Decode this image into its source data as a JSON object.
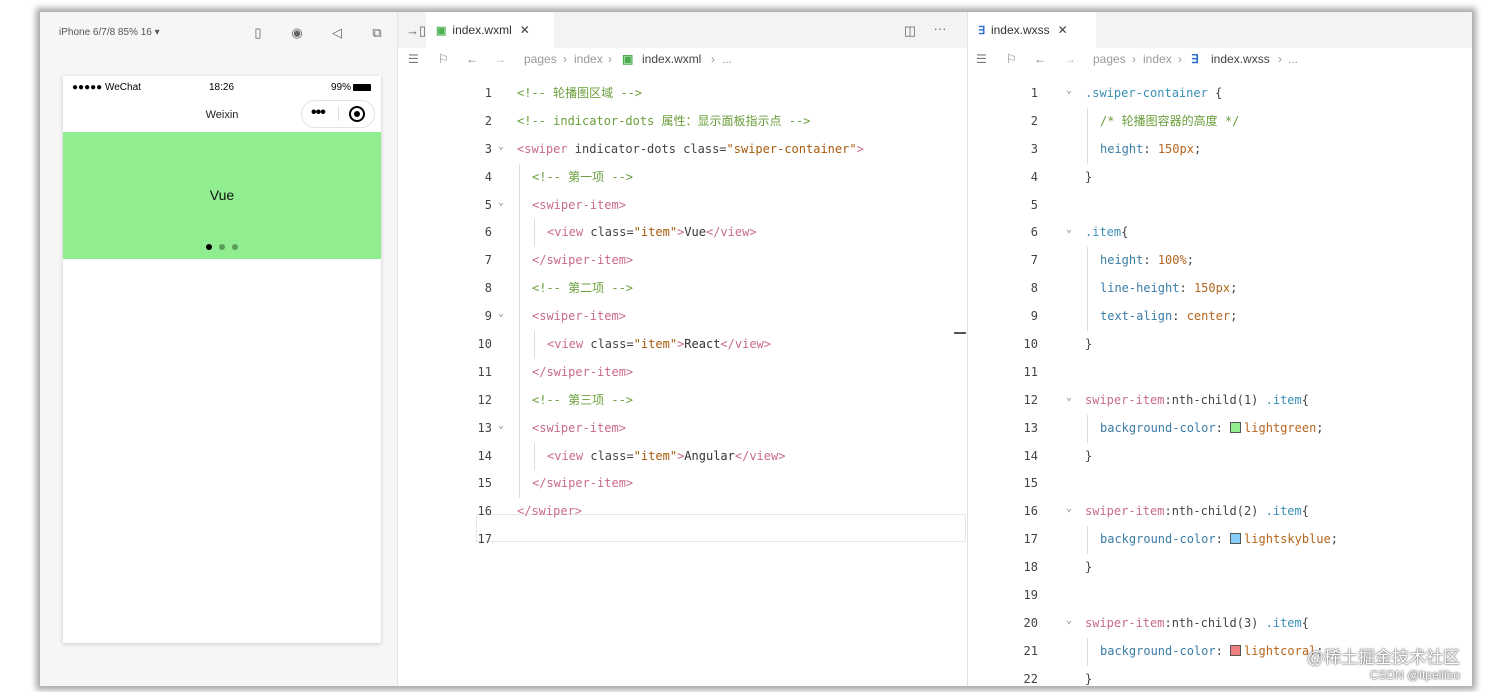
{
  "simulator": {
    "device_label": "iPhone 6/7/8 85% 16 ▾",
    "status": {
      "carrier": "●●●●● WeChat",
      "time": "18:26",
      "battery": "99%"
    },
    "nav_title": "Weixin",
    "capsule_dots": "•••",
    "swiper_text": "Vue",
    "swiper_bg": "#90ee90"
  },
  "wxml_editor": {
    "tab_label": "index.wxml",
    "tab_close": "✕",
    "breadcrumb": [
      "pages",
      "index",
      "index.wxml",
      "..."
    ],
    "lines": [
      {
        "n": "1",
        "indent": 0,
        "fold": false,
        "parts": [
          {
            "t": "<!-- 轮播图区域 -->",
            "c": "comment"
          }
        ]
      },
      {
        "n": "2",
        "indent": 0,
        "fold": false,
        "parts": [
          {
            "t": "<!-- indicator-dots 属性：显示面板指示点 -->",
            "c": "comment"
          }
        ]
      },
      {
        "n": "3",
        "indent": 0,
        "fold": true,
        "parts": [
          {
            "t": "<swiper",
            "c": "tag"
          },
          {
            "t": " indicator-dots class=",
            "c": "attr"
          },
          {
            "t": "\"swiper-container\"",
            "c": "str"
          },
          {
            "t": ">",
            "c": "tag"
          }
        ]
      },
      {
        "n": "4",
        "indent": 1,
        "fold": false,
        "parts": [
          {
            "t": "<!-- 第一项 -->",
            "c": "comment"
          }
        ]
      },
      {
        "n": "5",
        "indent": 1,
        "fold": true,
        "parts": [
          {
            "t": "<swiper-item>",
            "c": "tag"
          }
        ]
      },
      {
        "n": "6",
        "indent": 2,
        "fold": false,
        "parts": [
          {
            "t": "<view",
            "c": "tag"
          },
          {
            "t": " class=",
            "c": "attr"
          },
          {
            "t": "\"item\"",
            "c": "str"
          },
          {
            "t": ">",
            "c": "tag"
          },
          {
            "t": "Vue",
            "c": "text"
          },
          {
            "t": "</view>",
            "c": "tag"
          }
        ]
      },
      {
        "n": "7",
        "indent": 1,
        "fold": false,
        "parts": [
          {
            "t": "</swiper-item>",
            "c": "tag"
          }
        ]
      },
      {
        "n": "8",
        "indent": 1,
        "fold": false,
        "parts": [
          {
            "t": "<!-- 第二项 -->",
            "c": "comment"
          }
        ]
      },
      {
        "n": "9",
        "indent": 1,
        "fold": true,
        "parts": [
          {
            "t": "<swiper-item>",
            "c": "tag"
          }
        ]
      },
      {
        "n": "10",
        "indent": 2,
        "fold": false,
        "parts": [
          {
            "t": "<view",
            "c": "tag"
          },
          {
            "t": " class=",
            "c": "attr"
          },
          {
            "t": "\"item\"",
            "c": "str"
          },
          {
            "t": ">",
            "c": "tag"
          },
          {
            "t": "React",
            "c": "text"
          },
          {
            "t": "</view>",
            "c": "tag"
          }
        ]
      },
      {
        "n": "11",
        "indent": 1,
        "fold": false,
        "parts": [
          {
            "t": "</swiper-item>",
            "c": "tag"
          }
        ]
      },
      {
        "n": "12",
        "indent": 1,
        "fold": false,
        "parts": [
          {
            "t": "<!-- 第三项 -->",
            "c": "comment"
          }
        ]
      },
      {
        "n": "13",
        "indent": 1,
        "fold": true,
        "parts": [
          {
            "t": "<swiper-item>",
            "c": "tag"
          }
        ]
      },
      {
        "n": "14",
        "indent": 2,
        "fold": false,
        "parts": [
          {
            "t": "<view",
            "c": "tag"
          },
          {
            "t": " class=",
            "c": "attr"
          },
          {
            "t": "\"item\"",
            "c": "str"
          },
          {
            "t": ">",
            "c": "tag"
          },
          {
            "t": "Angular",
            "c": "text"
          },
          {
            "t": "</view>",
            "c": "tag"
          }
        ]
      },
      {
        "n": "15",
        "indent": 1,
        "fold": false,
        "parts": [
          {
            "t": "</swiper-item>",
            "c": "tag"
          }
        ]
      },
      {
        "n": "16",
        "indent": 0,
        "fold": false,
        "parts": [
          {
            "t": "</swiper>",
            "c": "tag"
          }
        ]
      },
      {
        "n": "17",
        "indent": 0,
        "fold": false,
        "parts": []
      }
    ]
  },
  "wxss_editor": {
    "tab_label": "index.wxss",
    "tab_close": "✕",
    "breadcrumb": [
      "pages",
      "index",
      "index.wxss",
      "..."
    ],
    "lines": [
      {
        "n": "1",
        "indent": 0,
        "fold": true,
        "parts": [
          {
            "t": ".swiper-container",
            "c": "sel"
          },
          {
            "t": " {",
            "c": "punc"
          }
        ]
      },
      {
        "n": "2",
        "indent": 1,
        "fold": false,
        "parts": [
          {
            "t": "/* 轮播图容器的高度 */",
            "c": "comment"
          }
        ]
      },
      {
        "n": "3",
        "indent": 1,
        "fold": false,
        "parts": [
          {
            "t": "height",
            "c": "prop"
          },
          {
            "t": ": ",
            "c": "punc"
          },
          {
            "t": "150px",
            "c": "val"
          },
          {
            "t": ";",
            "c": "punc"
          }
        ]
      },
      {
        "n": "4",
        "indent": 0,
        "fold": false,
        "parts": [
          {
            "t": "}",
            "c": "punc"
          }
        ]
      },
      {
        "n": "5",
        "indent": 0,
        "fold": false,
        "parts": []
      },
      {
        "n": "6",
        "indent": 0,
        "fold": true,
        "parts": [
          {
            "t": ".item",
            "c": "sel"
          },
          {
            "t": "{",
            "c": "punc"
          }
        ]
      },
      {
        "n": "7",
        "indent": 1,
        "fold": false,
        "parts": [
          {
            "t": "height",
            "c": "prop"
          },
          {
            "t": ": ",
            "c": "punc"
          },
          {
            "t": "100%",
            "c": "val"
          },
          {
            "t": ";",
            "c": "punc"
          }
        ]
      },
      {
        "n": "8",
        "indent": 1,
        "fold": false,
        "parts": [
          {
            "t": "line-height",
            "c": "prop"
          },
          {
            "t": ": ",
            "c": "punc"
          },
          {
            "t": "150px",
            "c": "val"
          },
          {
            "t": ";",
            "c": "punc"
          }
        ]
      },
      {
        "n": "9",
        "indent": 1,
        "fold": false,
        "parts": [
          {
            "t": "text-align",
            "c": "prop"
          },
          {
            "t": ": ",
            "c": "punc"
          },
          {
            "t": "center",
            "c": "val"
          },
          {
            "t": ";",
            "c": "punc"
          }
        ]
      },
      {
        "n": "10",
        "indent": 0,
        "fold": false,
        "parts": [
          {
            "t": "}",
            "c": "punc"
          }
        ]
      },
      {
        "n": "11",
        "indent": 0,
        "fold": false,
        "parts": []
      },
      {
        "n": "12",
        "indent": 0,
        "fold": true,
        "parts": [
          {
            "t": "swiper-item",
            "c": "tag"
          },
          {
            "t": ":nth-child(1)",
            "c": "punc"
          },
          {
            "t": " .item",
            "c": "sel"
          },
          {
            "t": "{",
            "c": "punc"
          }
        ]
      },
      {
        "n": "13",
        "indent": 1,
        "fold": false,
        "parts": [
          {
            "t": "background-color",
            "c": "prop"
          },
          {
            "t": ": ",
            "c": "punc"
          },
          {
            "t": "lightgreen",
            "c": "val",
            "swatch": "#90ee90"
          },
          {
            "t": ";",
            "c": "punc"
          }
        ]
      },
      {
        "n": "14",
        "indent": 0,
        "fold": false,
        "parts": [
          {
            "t": "}",
            "c": "punc"
          }
        ]
      },
      {
        "n": "15",
        "indent": 0,
        "fold": false,
        "parts": []
      },
      {
        "n": "16",
        "indent": 0,
        "fold": true,
        "parts": [
          {
            "t": "swiper-item",
            "c": "tag"
          },
          {
            "t": ":nth-child(2)",
            "c": "punc"
          },
          {
            "t": " .item",
            "c": "sel"
          },
          {
            "t": "{",
            "c": "punc"
          }
        ]
      },
      {
        "n": "17",
        "indent": 1,
        "fold": false,
        "parts": [
          {
            "t": "background-color",
            "c": "prop"
          },
          {
            "t": ": ",
            "c": "punc"
          },
          {
            "t": "lightskyblue",
            "c": "val",
            "swatch": "#87cefa"
          },
          {
            "t": ";",
            "c": "punc"
          }
        ]
      },
      {
        "n": "18",
        "indent": 0,
        "fold": false,
        "parts": [
          {
            "t": "}",
            "c": "punc"
          }
        ]
      },
      {
        "n": "19",
        "indent": 0,
        "fold": false,
        "parts": []
      },
      {
        "n": "20",
        "indent": 0,
        "fold": true,
        "parts": [
          {
            "t": "swiper-item",
            "c": "tag"
          },
          {
            "t": ":nth-child(3)",
            "c": "punc"
          },
          {
            "t": " .item",
            "c": "sel"
          },
          {
            "t": "{",
            "c": "punc"
          }
        ]
      },
      {
        "n": "21",
        "indent": 1,
        "fold": false,
        "parts": [
          {
            "t": "background-color",
            "c": "prop"
          },
          {
            "t": ": ",
            "c": "punc"
          },
          {
            "t": "lightcoral",
            "c": "val",
            "swatch": "#f08080"
          },
          {
            "t": ";",
            "c": "punc"
          }
        ]
      },
      {
        "n": "22",
        "indent": 0,
        "fold": false,
        "parts": [
          {
            "t": "}",
            "c": "punc"
          }
        ]
      }
    ]
  },
  "watermark": {
    "line1": "@稀土掘金技术社区",
    "line2": "CSDN @itpeilibo"
  }
}
